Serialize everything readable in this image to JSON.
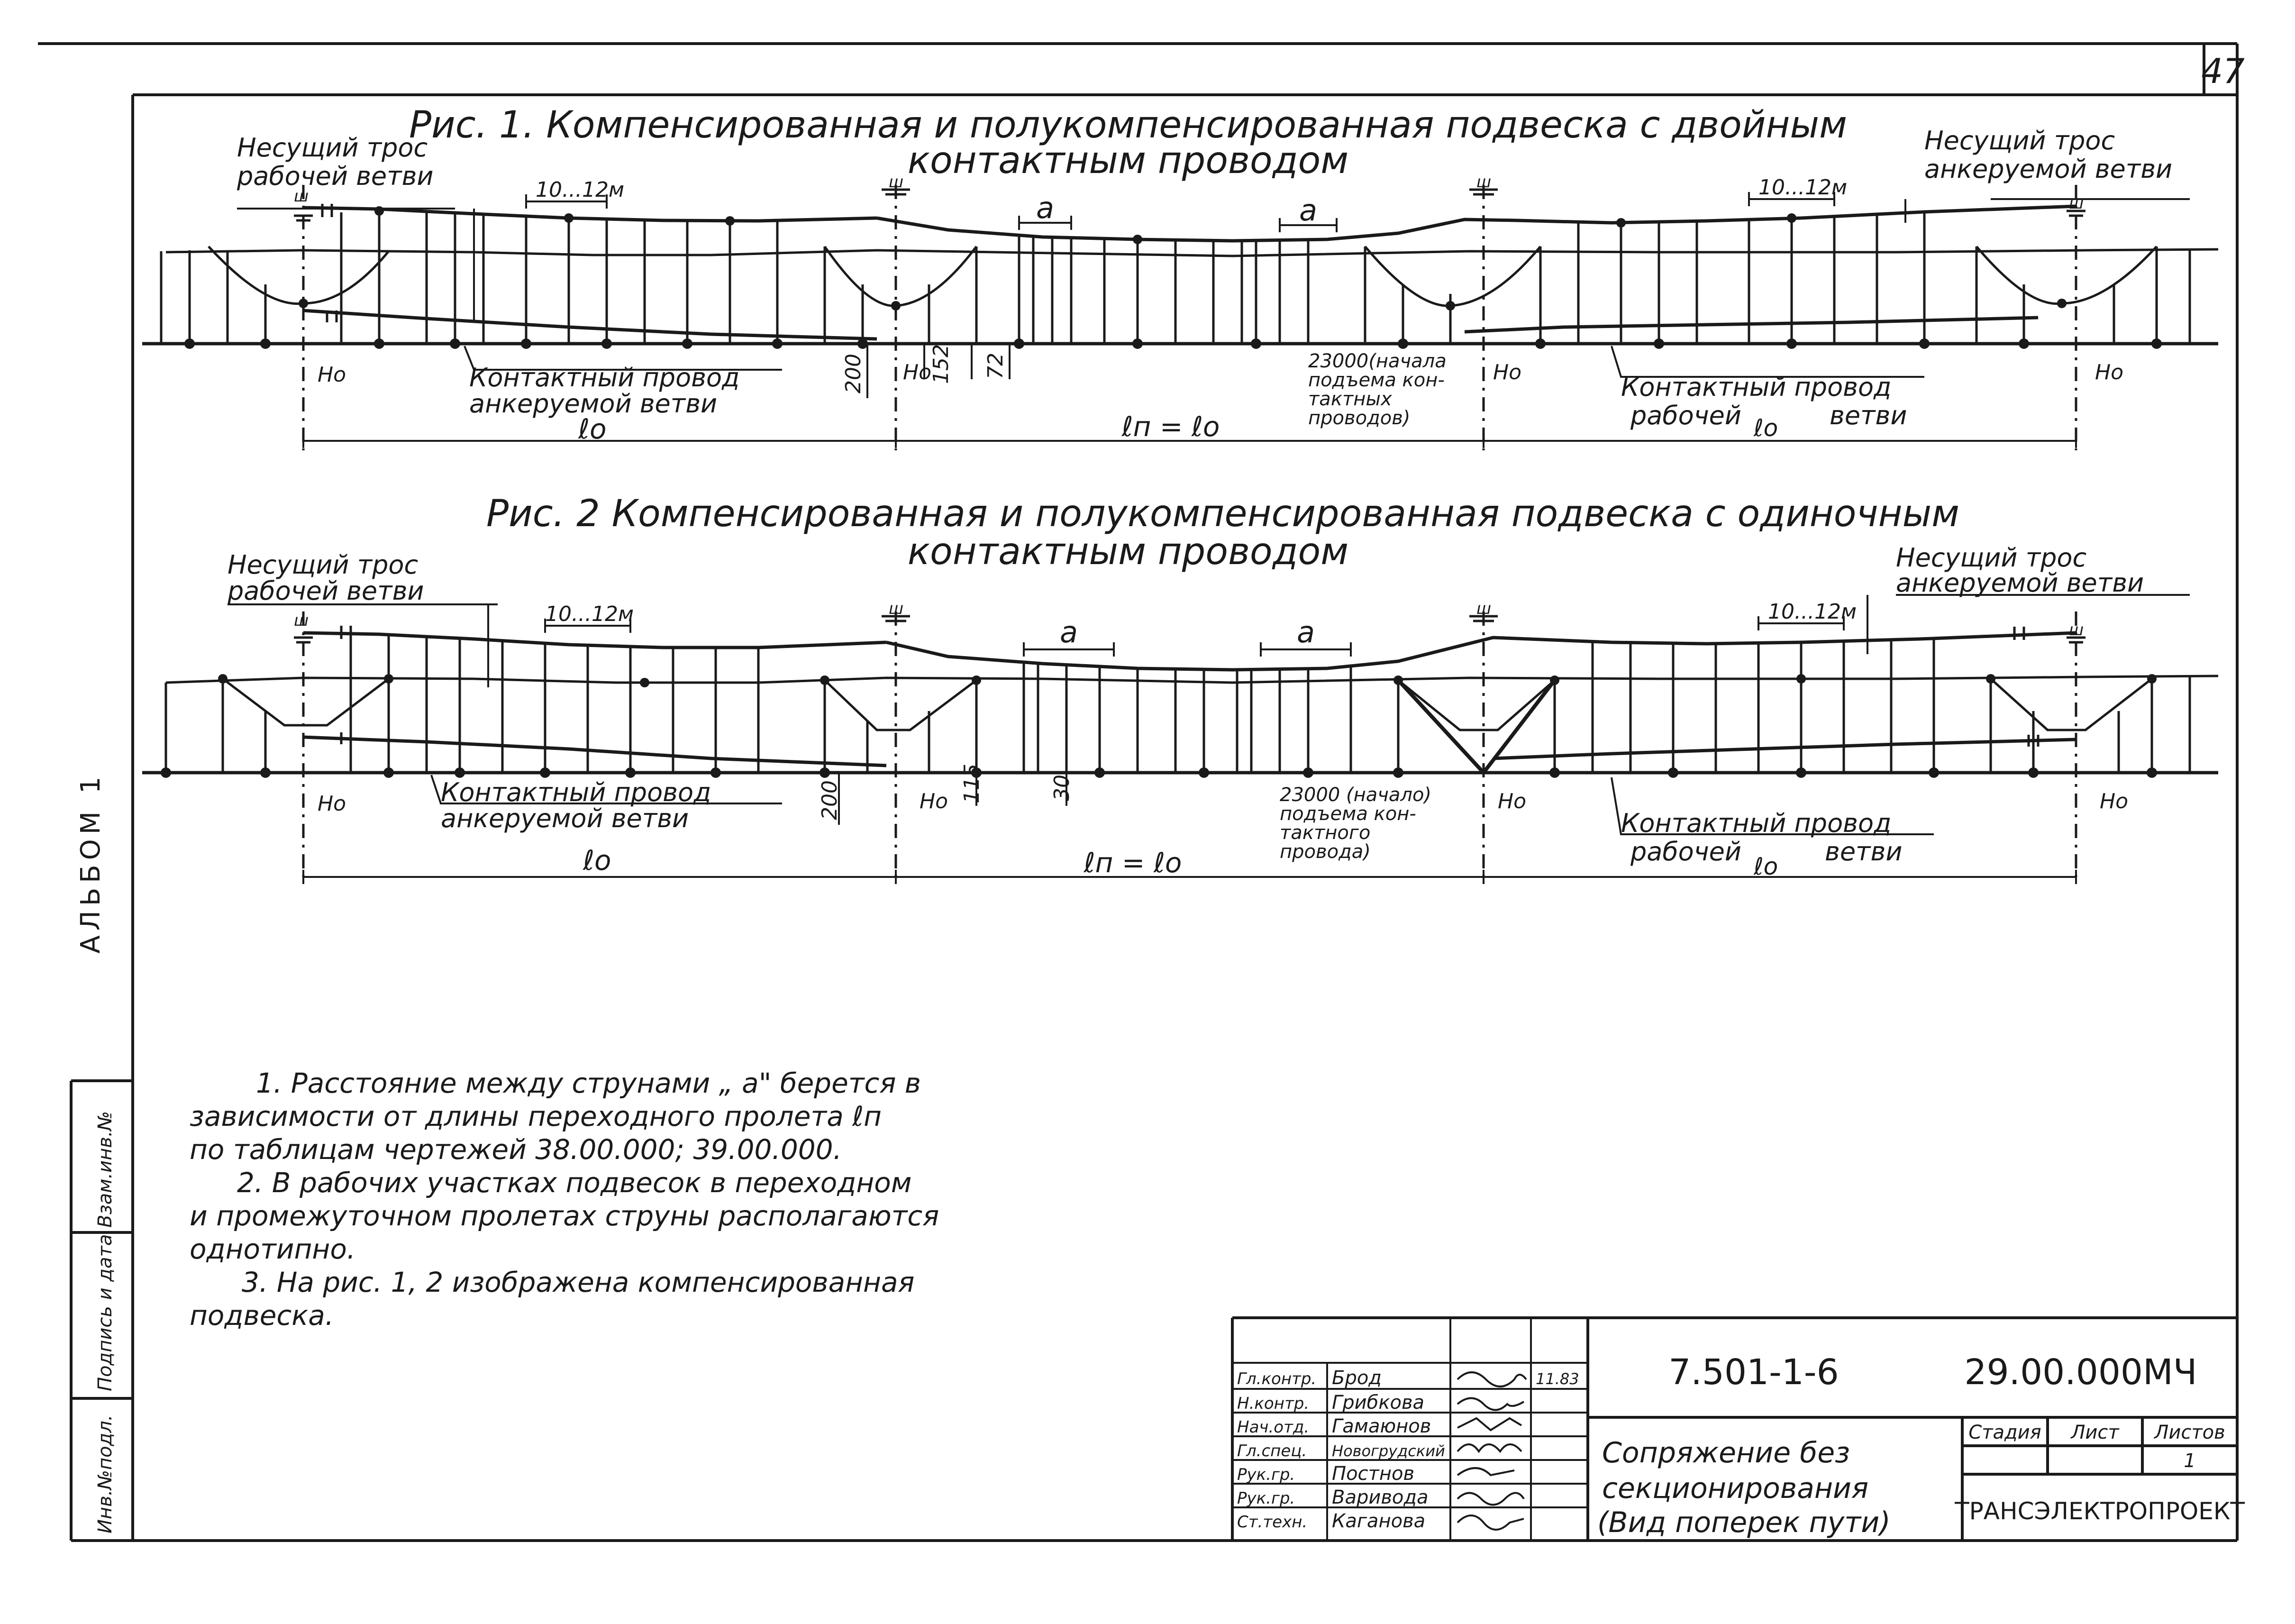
{
  "page_number": "47",
  "side_label": "АЛЬБОМ 1",
  "side_stamp": [
    "Инв.№подл.",
    "Подпись и дата",
    "Взам.инв.№"
  ],
  "fig1": {
    "title_line1": "Рис. 1. Компенсированная и полукомпенсированная подвеска с двойным",
    "title_line2": "контактным проводом",
    "messenger_work": [
      "Несущий трос",
      "рабочей ветви"
    ],
    "messenger_anchor": [
      "Несущий трос",
      "анкеруемой ветви"
    ],
    "contact_anchor": [
      "Контактный провод",
      "анкеруемой ветви"
    ],
    "contact_work": [
      "Контактный провод",
      "рабочей",
      "ветви"
    ],
    "dim_droppers": "10...12м",
    "dim_a": "а",
    "dim_200": "200",
    "dim_152": "152",
    "dim_72": "72",
    "ho": "Но",
    "l0": "ℓо",
    "ln": "ℓп = ℓо",
    "note_start": [
      "23000(начала",
      "подъема кон-",
      "тактных",
      "проводов)"
    ],
    "ins": "ш"
  },
  "fig2": {
    "title_line1": "Рис. 2 Компенсированная и полукомпенсированная подвеска с одиночным",
    "title_line2": "контактным проводом",
    "messenger_work": [
      "Несущий трос",
      "рабочей ветви"
    ],
    "messenger_anchor": [
      "Несущий трос",
      "анкеруемой ветви"
    ],
    "contact_anchor": [
      "Контактный провод",
      "анкеруемой ветви"
    ],
    "contact_work": [
      "Контактный провод",
      "рабочей",
      "ветви"
    ],
    "dim_droppers": "10...12м",
    "dim_a": "а",
    "dim_200": "200",
    "dim_115": "115",
    "dim_30": "30",
    "ho": "Но",
    "l0": "ℓо",
    "ln": "ℓп = ℓо",
    "note_start": [
      "23000 (начало)",
      "подъема кон-",
      "тактного",
      "провода)"
    ]
  },
  "notes": [
    "1. Расстояние между струнами „ а\" берется в",
    "зависимости от длины переходного пролета ℓп",
    "по таблицам чертежей 38.00.000; 39.00.000.",
    "2. В рабочих участках подвесок в переходном",
    "и промежуточном пролетах струны располагаются",
    "однотипно.",
    "3. На рис. 1, 2 изображена компенсированная",
    "подвеска."
  ],
  "title_block": {
    "roles": [
      "Гл.контр.",
      "Н.контр.",
      "Нач.отд.",
      "Гл.спец.",
      "Рук.гр.",
      "Рук.гр.",
      "Ст.техн."
    ],
    "names": [
      "Брод",
      "Грибкова",
      "Гамаюнов",
      "Новогрудский",
      "Постнов",
      "Варивода",
      "Каганова"
    ],
    "date": "11.83",
    "series": "7.501-1-6",
    "code": "29.00.000МЧ",
    "title": [
      "Сопряжение без",
      "секционирования",
      "(Вид поперек пути)"
    ],
    "stage_label": "Стадия",
    "sheet_label": "Лист",
    "sheets_label": "Листов",
    "sheets_value": "1",
    "org": "ТРАНСЭЛЕКТРОПРОЕКТ"
  }
}
